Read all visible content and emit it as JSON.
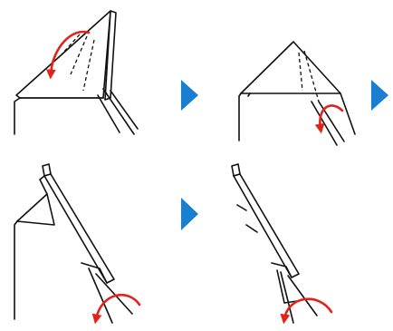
{
  "diagram": {
    "steps": [
      {
        "id": "step-1",
        "action": "fold-corner-down"
      },
      {
        "id": "step-2",
        "action": "roll-diagonally"
      },
      {
        "id": "step-3",
        "action": "continue-rolling"
      },
      {
        "id": "step-4",
        "action": "finish-roll"
      }
    ],
    "step_arrows": 3,
    "colors": {
      "outline": "#111111",
      "fold_arrow": "#e2231a",
      "step_arrow": "#1a7fd0",
      "background": "#ffffff"
    },
    "icons": {
      "step_arrow": "right-triangle-icon",
      "fold_arrow": "curved-arrow-icon"
    }
  }
}
